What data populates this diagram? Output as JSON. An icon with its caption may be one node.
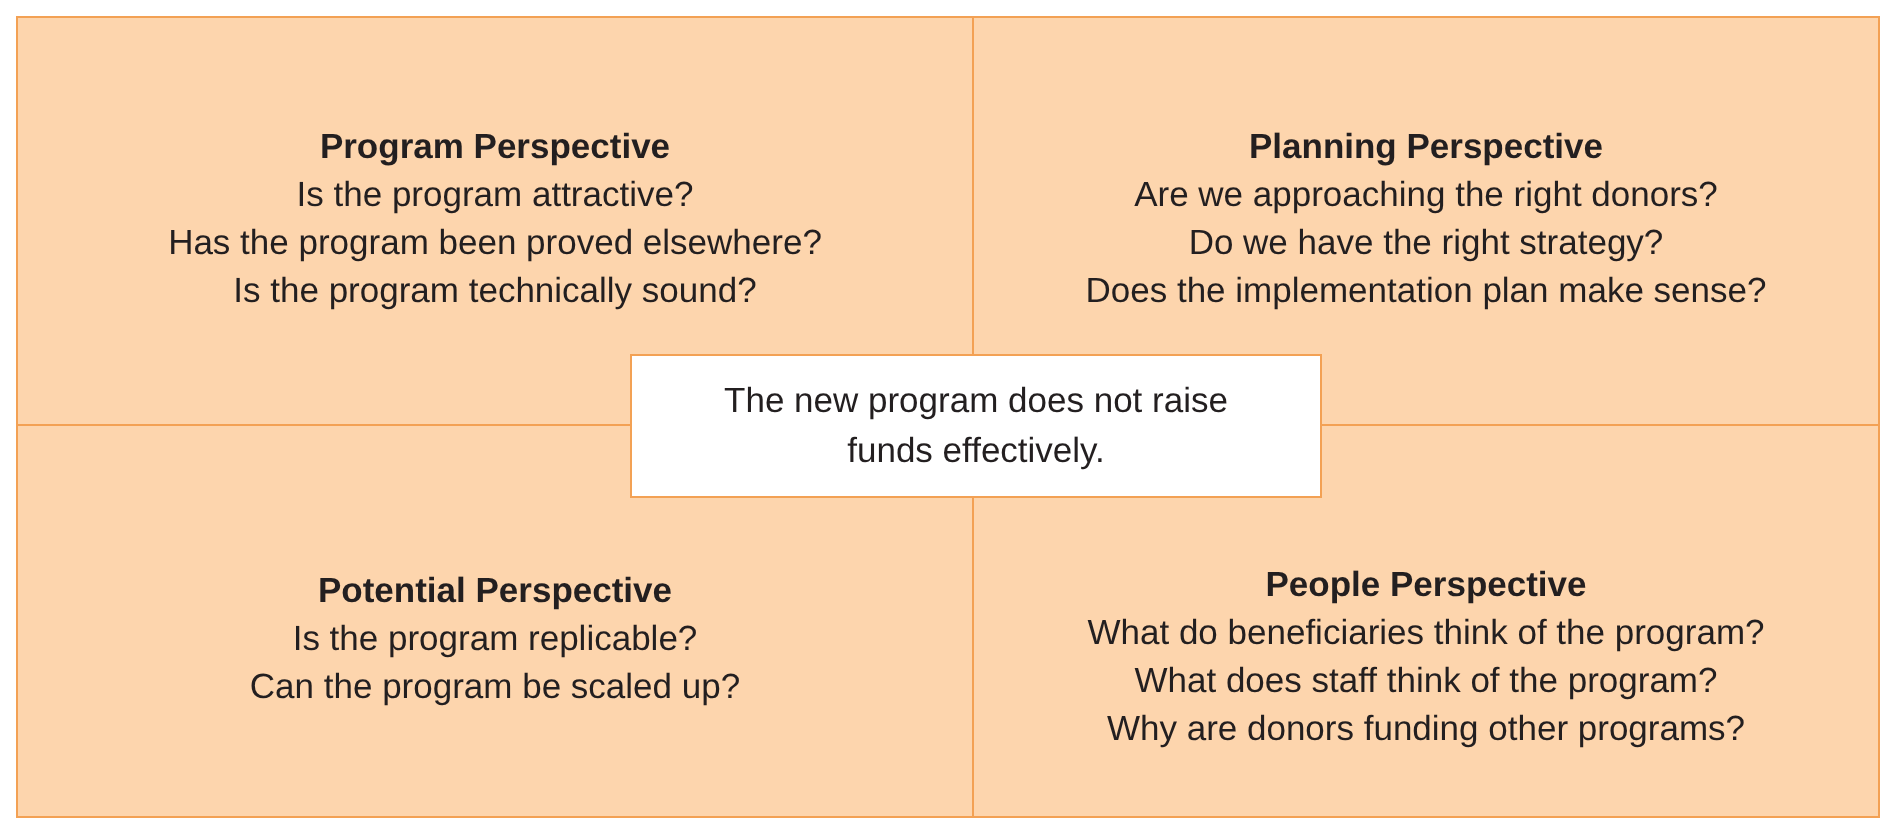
{
  "diagram": {
    "nodes": [
      {
        "text": [
          "Program Perspective",
          "Is the program attractive?",
          "Has the program been proved elsewhere?",
          "Is the program technically sound?"
        ]
      },
      {
        "text": [
          "Planning Perspective",
          "Are we approaching the right donors?",
          "Do we have the right strategy?",
          "Does the implementation plan make sense?"
        ]
      },
      {
        "text": [
          "Potential Perspective",
          "Is the program replicable?",
          "Can the program be scaled up?"
        ]
      },
      {
        "text": [
          "People Perspective",
          "What do beneficiaries think of the program?",
          "What does staff think of the program?",
          "Why are donors funding other programs?"
        ]
      },
      {
        "text": [
          "The new program does not raise funds effectively."
        ]
      }
    ]
  }
}
